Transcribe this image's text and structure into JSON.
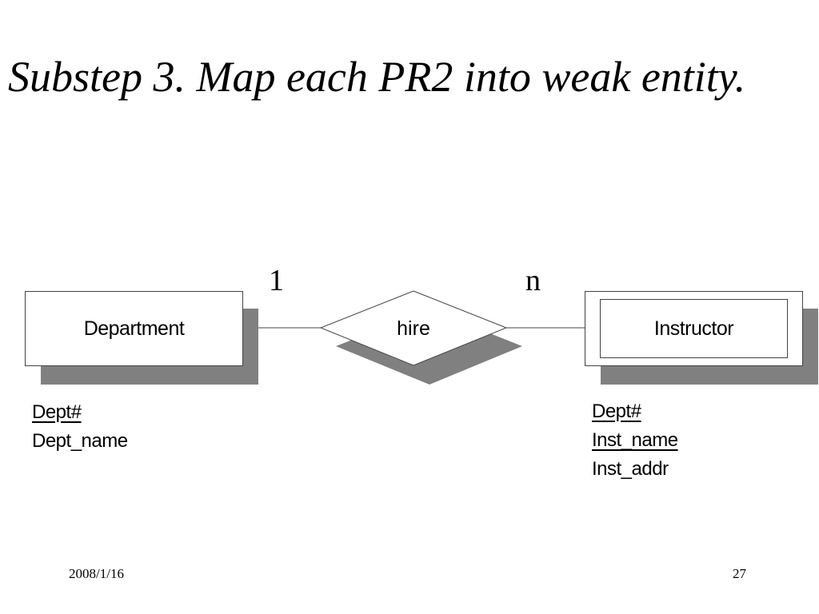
{
  "slide": {
    "title": "Substep 3. Map each PR2 into weak entity.",
    "date": "2008/1/16",
    "page_number": "27"
  },
  "diagram": {
    "entities": [
      {
        "name": "Department",
        "type": "strong",
        "attributes": [
          {
            "label": "Dept#",
            "key": true
          },
          {
            "label": "Dept_name",
            "key": false
          }
        ]
      },
      {
        "name": "Instructor",
        "type": "weak",
        "attributes": [
          {
            "label": "Dept#",
            "key": true
          },
          {
            "label": "Inst_name",
            "key": true
          },
          {
            "label": "Inst_addr",
            "key": false
          }
        ]
      }
    ],
    "relationship": {
      "name": "hire",
      "left_cardinality": "1",
      "right_cardinality": "n"
    },
    "colors": {
      "shadow": "#808080",
      "line": "#444444"
    }
  }
}
